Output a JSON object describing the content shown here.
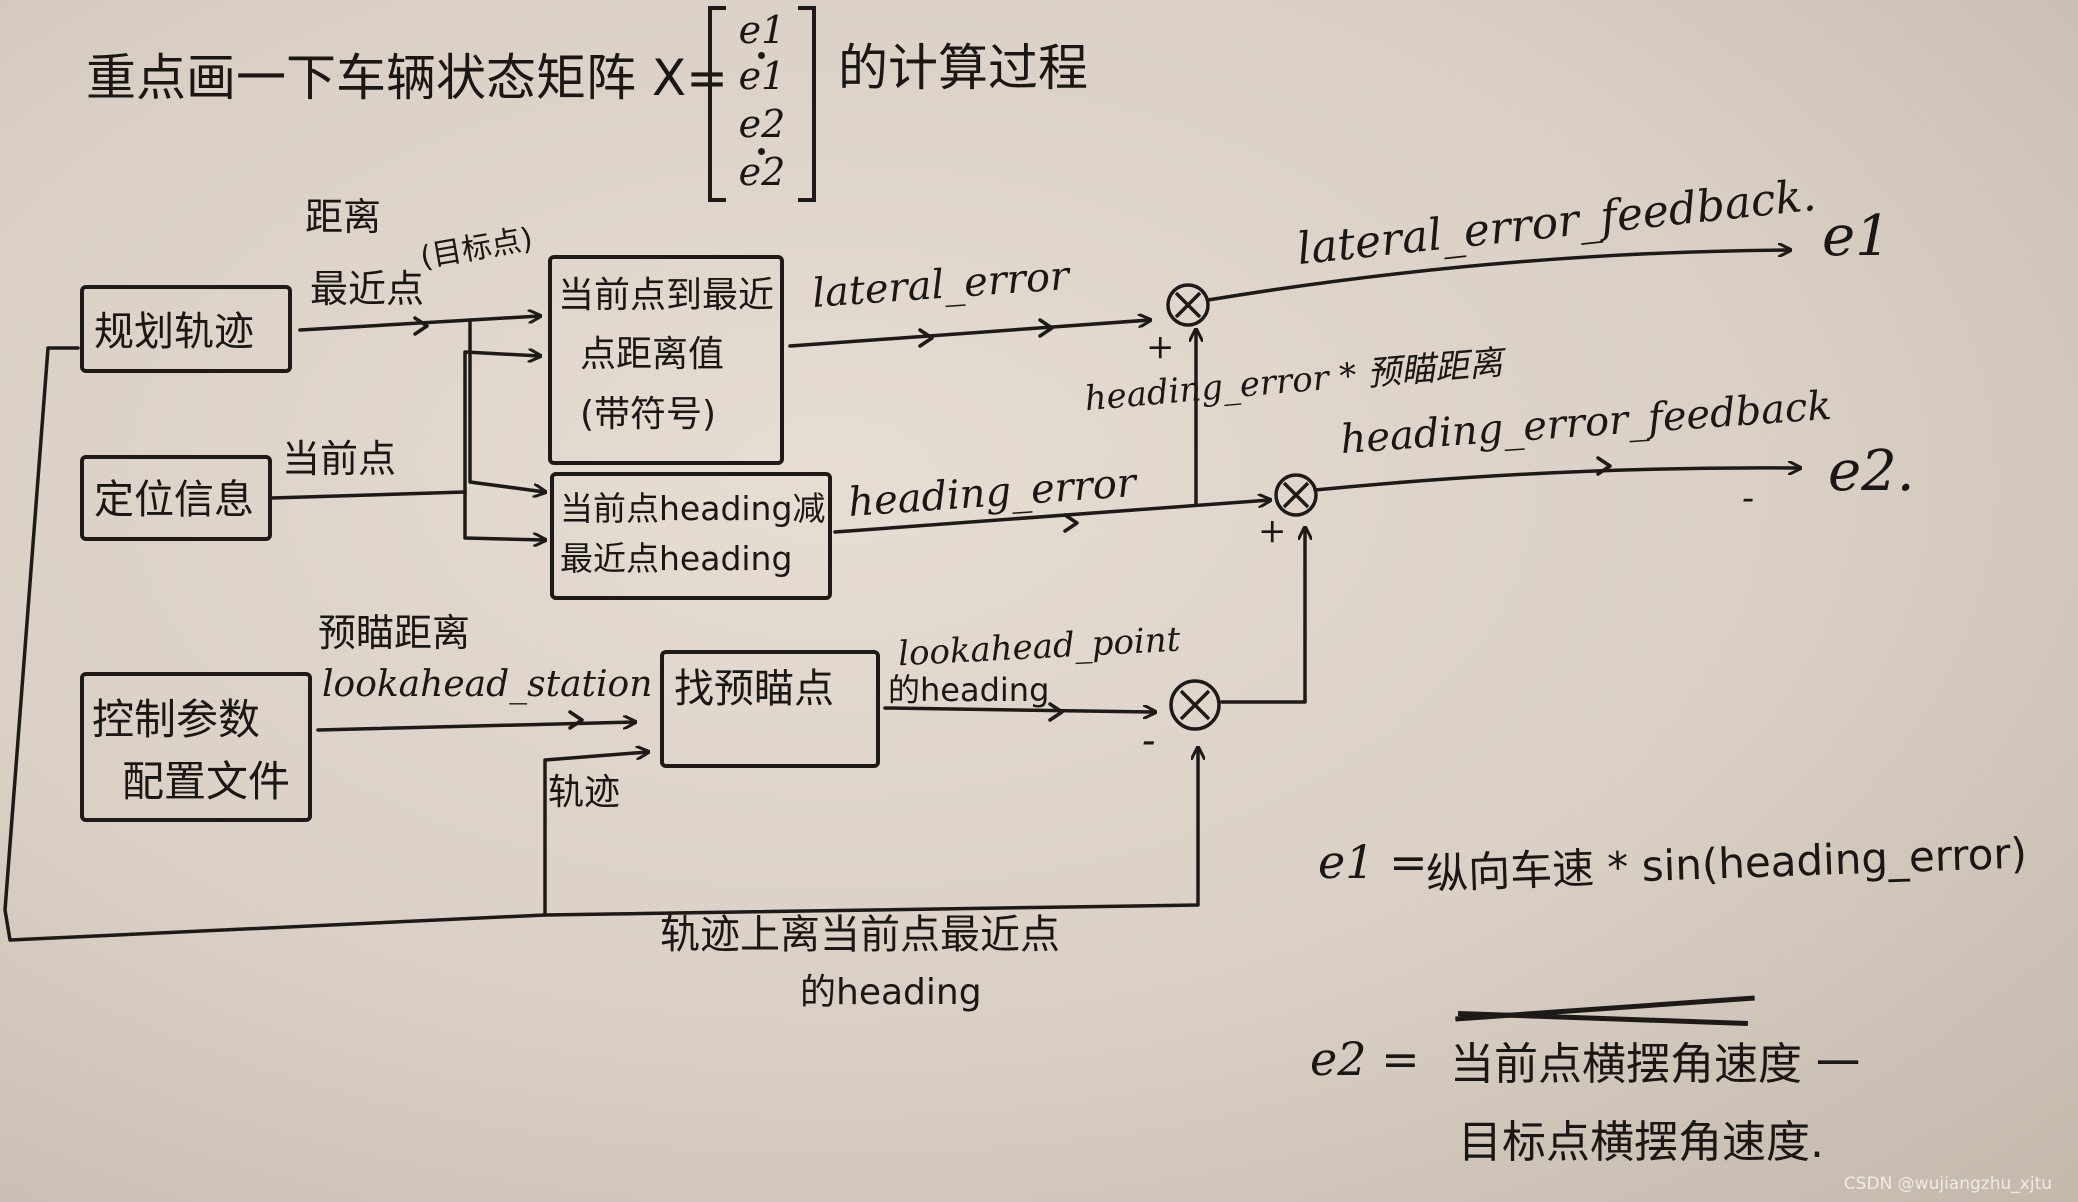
{
  "title": {
    "prefix": "重点画一下车辆状态矩阵 X=",
    "suffix": "的计算过程"
  },
  "matrix": [
    "e1",
    "e1",
    "e2",
    "e2"
  ],
  "boxes": {
    "planned_trajectory": "规划轨迹",
    "localization": "定位信息",
    "control_config": [
      "控制参数",
      "配置文件"
    ],
    "nearest_distance": [
      "当前点到最近",
      "点距离值",
      "(带符号)"
    ],
    "heading_diff": [
      "当前点heading减",
      "最近点heading"
    ],
    "find_lookahead": "找预瞄点"
  },
  "labels": {
    "distance": "距离",
    "nearest_point": "最近点",
    "target_point": "(目标点)",
    "current_point": "当前点",
    "lookahead_distance": "预瞄距离",
    "lookahead_station": "lookahead_station",
    "trajectory": "轨迹",
    "lateral_error": "lateral_error",
    "heading_error": "heading_error",
    "lookahead_point_heading_1": "lookahead_point",
    "lookahead_point_heading_2": "的heading",
    "heading_error_times": "heading_error * 预瞄距离",
    "lateral_error_feedback": "lateral_error_feedback.",
    "heading_error_feedback": "heading_error_feedback",
    "out_e1": "e1",
    "out_e2": "e2.",
    "nearest_heading_1": "轨迹上离当前点最近点",
    "nearest_heading_2": "的heading",
    "plus": "+",
    "minus": "-"
  },
  "formulas": {
    "e1dot_lhs": "e1 =",
    "e1dot_rhs": "纵向车速 * sin(heading_error)",
    "e2dot_lhs": "e2 =",
    "e2dot_line1": "当前点横摆角速度 一",
    "e2dot_line2": "目标点横摆角速度."
  },
  "watermark": "CSDN @wujiangzhu_xjtu"
}
